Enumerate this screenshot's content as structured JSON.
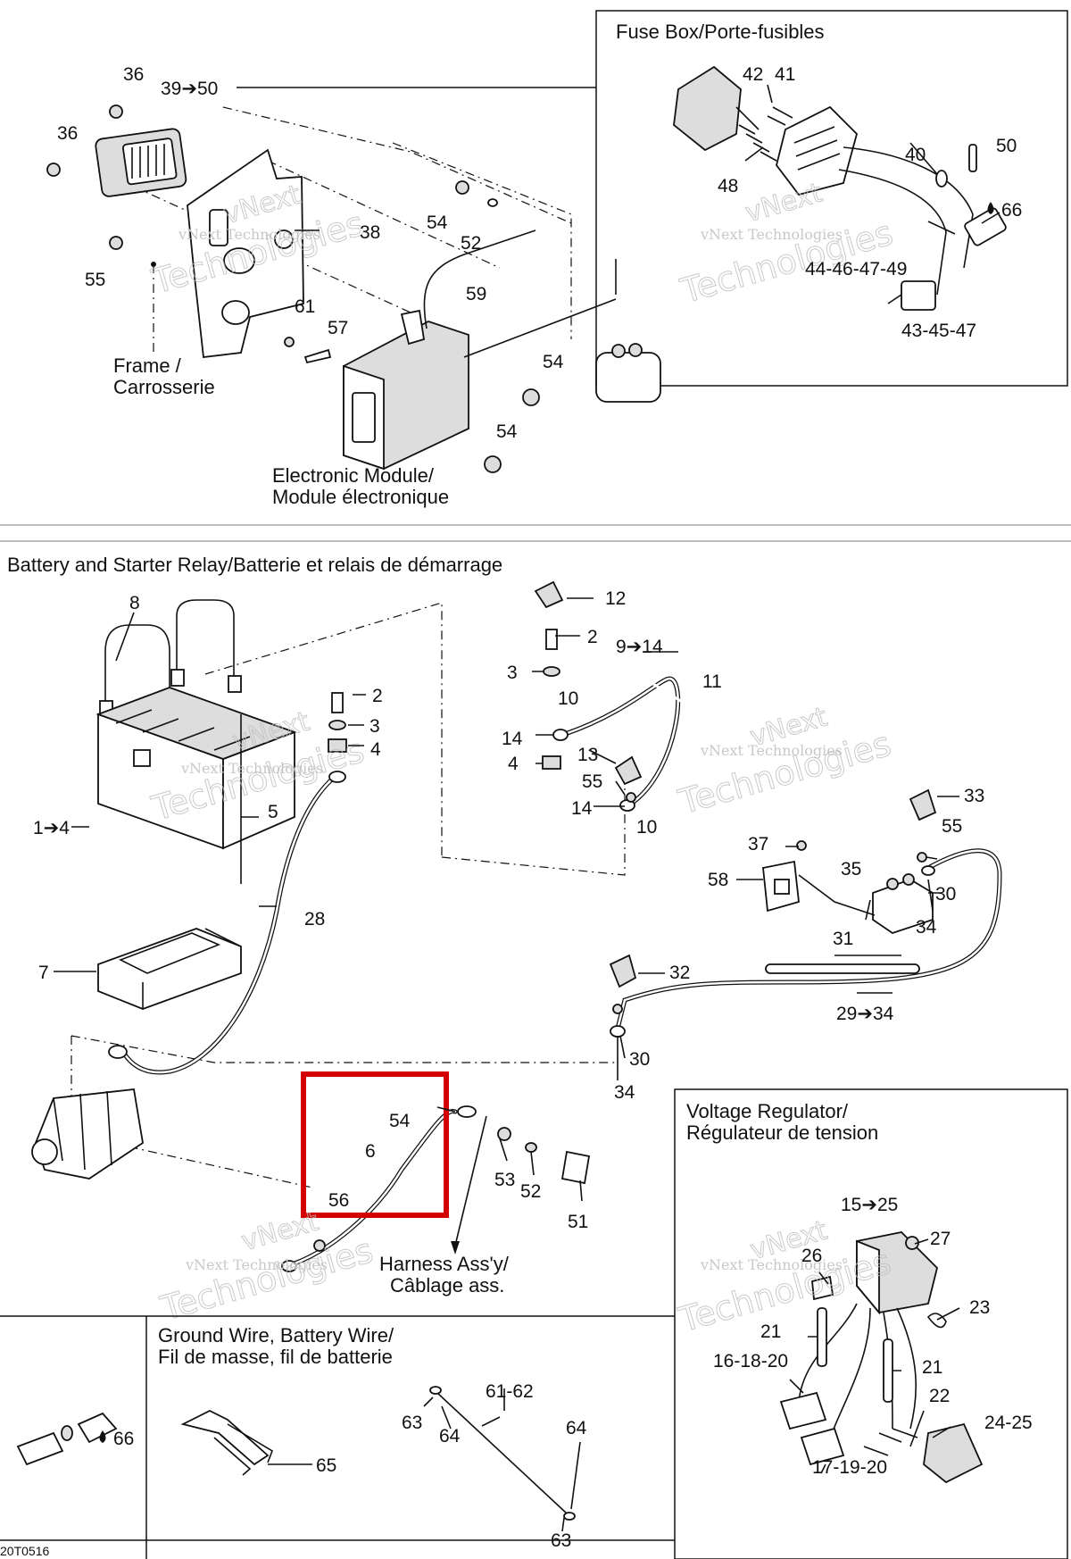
{
  "sections": {
    "fuse_box": "Fuse Box/Porte-fusibles",
    "battery": "Battery and Starter Relay/Batterie et relais de démarrage",
    "voltage_regulator_1": "Voltage Regulator/",
    "voltage_regulator_2": "Régulateur de tension",
    "ground_wire_1": "Ground Wire, Battery Wire/",
    "ground_wire_2": "Fil de masse, fil de batterie"
  },
  "captions": {
    "frame_1": "Frame /",
    "frame_2": "Carrosserie",
    "module_1": "Electronic Module/",
    "module_2": "Module électronique",
    "harness_1": "Harness Ass'y/",
    "harness_2": "Câblage ass."
  },
  "watermark": {
    "line1": "vNext",
    "line2": "vNext Technologies",
    "line3": "Technologies"
  },
  "drawing_code": "20T0516",
  "highlight_color": "#d40000",
  "callouts": {
    "c36a": "36",
    "c3950": "39➔50",
    "c36b": "36",
    "c38": "38",
    "c54a": "54",
    "c52a": "52",
    "c55a": "55",
    "c61a": "61",
    "c57": "57",
    "c59": "59",
    "c54b": "54",
    "c54c": "54",
    "c42": "42",
    "c41": "41",
    "c40": "40",
    "c50": "50",
    "c48": "48",
    "c66a": "66",
    "c4449": "44-46-47-49",
    "c4347": "43-45-47",
    "c8": "8",
    "c2a": "2",
    "c3a": "3",
    "c4a": "4",
    "c5": "5",
    "c14": "1➔4",
    "c28": "28",
    "c7": "7",
    "c12": "12",
    "c2b": "2",
    "c914": "9➔14",
    "c3b": "3",
    "c11": "11",
    "c10a": "10",
    "c14a": "14",
    "c4b": "4",
    "c13": "13",
    "c55b": "55",
    "c14b": "14",
    "c10b": "10",
    "c33": "33",
    "c55c": "55",
    "c37": "37",
    "c35": "35",
    "c58": "58",
    "c30a": "30",
    "c34a": "34",
    "c31": "31",
    "c32": "32",
    "c2934": "29➔34",
    "c30b": "30",
    "c34b": "34",
    "c54d": "54",
    "c6": "6",
    "c56": "56",
    "c53": "53",
    "c52b": "52",
    "c51": "51",
    "c1525": "15➔25",
    "c27": "27",
    "c26": "26",
    "c23": "23",
    "c21a": "21",
    "c161820": "16-18-20",
    "c21b": "21",
    "c22": "22",
    "c2425": "24-25",
    "c171920": "17-19-20",
    "c66b": "66",
    "c65": "65",
    "c6162": "61-62",
    "c63a": "63",
    "c64a": "64",
    "c64b": "64",
    "c63b": "63"
  }
}
